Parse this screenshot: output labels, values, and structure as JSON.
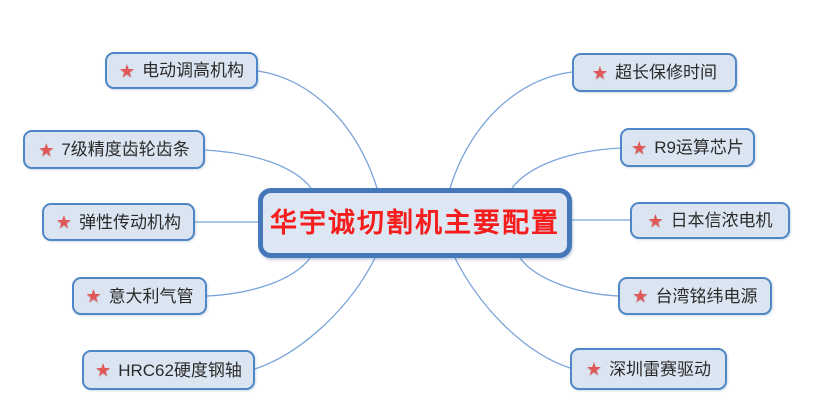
{
  "page_title": "华宇诚切割机主要配置",
  "center": {
    "label": "华宇诚切割机主要配置"
  },
  "branches": {
    "left": [
      {
        "label": "电动调高机构"
      },
      {
        "label": "7级精度齿轮齿条"
      },
      {
        "label": "弹性传动机构"
      },
      {
        "label": "意大利气管"
      },
      {
        "label": "HRC62硬度钢轴"
      }
    ],
    "right": [
      {
        "label": "超长保修时间"
      },
      {
        "label": "R9运算芯片"
      },
      {
        "label": "日本信浓电机"
      },
      {
        "label": "台湾铭纬电源"
      },
      {
        "label": "深圳雷赛驱动"
      }
    ]
  },
  "icons": {
    "star_glyph": "★"
  },
  "colors": {
    "background": "#ffffff",
    "node_fill": "#dbe5f2",
    "node_border": "#4f86c6",
    "center_border": "#4478b8",
    "center_text": "#f61d1d",
    "node_text": "#2b2b2b",
    "connector": "#79a4da",
    "star": "#e15757"
  }
}
